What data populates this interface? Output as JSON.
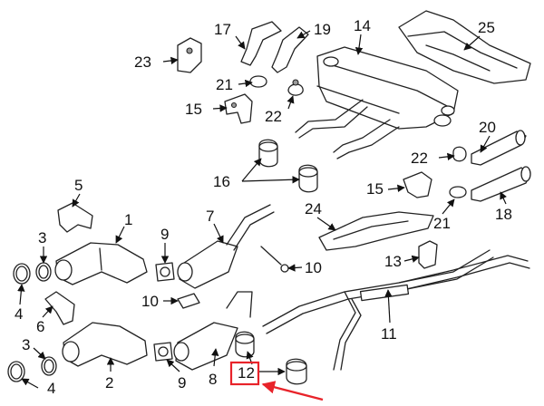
{
  "callouts": {
    "c1": "1",
    "c2": "2",
    "c3a": "3",
    "c3b": "3",
    "c4a": "4",
    "c4b": "4",
    "c5": "5",
    "c6": "6",
    "c7": "7",
    "c8": "8",
    "c9a": "9",
    "c9b": "9",
    "c10a": "10",
    "c10b": "10",
    "c11": "11",
    "c12": "12",
    "c13": "13",
    "c14": "14",
    "c15a": "15",
    "c15b": "15",
    "c16": "16",
    "c17": "17",
    "c18": "18",
    "c19": "19",
    "c20": "20",
    "c21a": "21",
    "c21b": "21",
    "c22a": "22",
    "c22b": "22",
    "c23": "23",
    "c24": "24",
    "c25": "25"
  },
  "highlight": {
    "color": "#e8232a",
    "target": "12"
  }
}
